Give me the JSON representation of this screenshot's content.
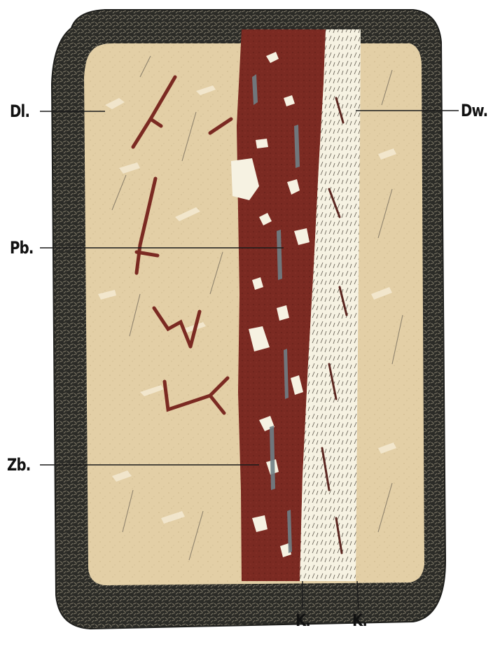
{
  "figure": {
    "colors": {
      "crust": "#2b2b27",
      "crust_light": "#6f6a5c",
      "matrix": "#e3cfa6",
      "matrix_light": "#f4ead2",
      "ore": "#7b2a22",
      "vein_grey": "#6f7f86",
      "vein_white": "#f6f2e2",
      "line": "#1a1a1a"
    },
    "labels": {
      "dl": "Dl.",
      "pb": "Pb.",
      "zb": "Zb.",
      "dw": "Dw.",
      "k1": "K.",
      "k2": "K."
    }
  }
}
